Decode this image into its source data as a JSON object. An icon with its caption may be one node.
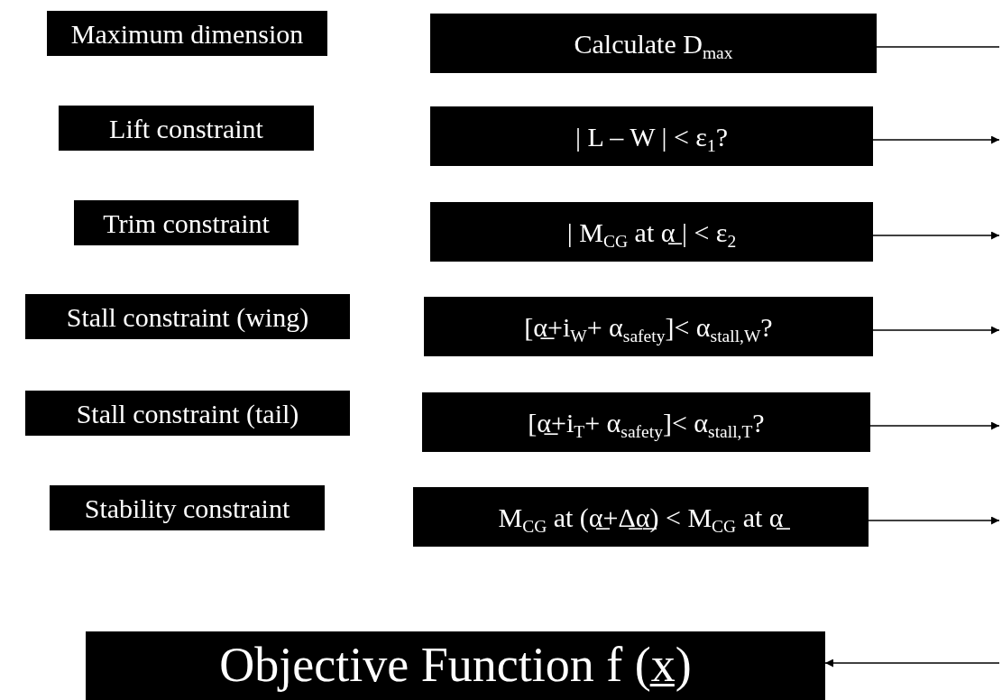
{
  "diagram": {
    "nodes": [
      {
        "text": [
          "Maximum dimension"
        ]
      },
      {
        "text": [
          "Calculate D$_{max}$"
        ]
      },
      {
        "text": [
          "Lift constraint"
        ]
      },
      {
        "text": [
          "| L – W | < ε$_{1}$?"
        ]
      },
      {
        "text": [
          "Trim constraint"
        ]
      },
      {
        "text": [
          "| M$_{CG}$ at α̲ | < ε$_{2}$"
        ]
      },
      {
        "text": [
          "Stall constraint (wing)"
        ]
      },
      {
        "text": [
          "[α̲+i$_{W}$+ α$_{safety}$]< α$_{stall,W}$?"
        ]
      },
      {
        "text": [
          "Stall constraint (tail)"
        ]
      },
      {
        "text": [
          "[α̲+i$_{T}$+ α$_{safety}$]< α$_{stall,T}$?"
        ]
      },
      {
        "text": [
          "Stability constraint"
        ]
      },
      {
        "text": [
          "M$_{CG}$ at (α̲+Δ̲α̲) < M$_{CG}$ at α̲"
        ]
      },
      {
        "text": [
          "Objective Function f (x̲)"
        ]
      }
    ],
    "edges": [
      {
        "from": 1,
        "to": null,
        "arrow": "none"
      },
      {
        "from": 3,
        "to": null,
        "arrow": "to"
      },
      {
        "from": 5,
        "to": null,
        "arrow": "to"
      },
      {
        "from": 7,
        "to": null,
        "arrow": "to"
      },
      {
        "from": 9,
        "to": null,
        "arrow": "to"
      },
      {
        "from": 11,
        "to": null,
        "arrow": "to"
      },
      {
        "from": null,
        "to": 12,
        "arrow": "to"
      }
    ]
  }
}
